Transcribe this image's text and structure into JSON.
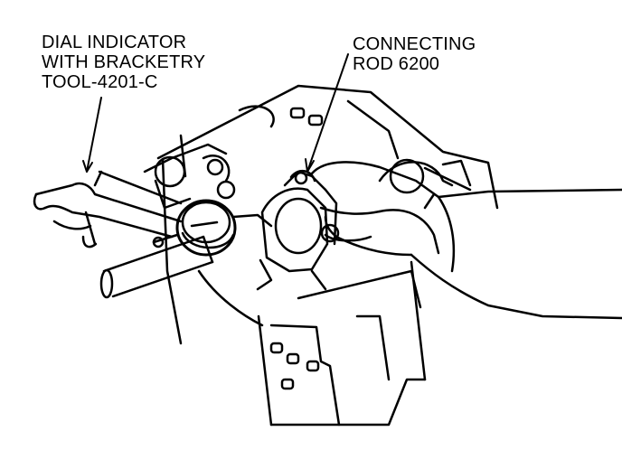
{
  "callouts": {
    "dial_indicator": {
      "lines": [
        "DIAL INDICATOR",
        "WITH BRACKETRY",
        "TOOL-4201-C"
      ]
    },
    "connecting_rod": {
      "lines": [
        "CONNECTING",
        "ROD 6200"
      ]
    }
  },
  "colors": {
    "ink": "#000000",
    "paper": "#ffffff"
  }
}
